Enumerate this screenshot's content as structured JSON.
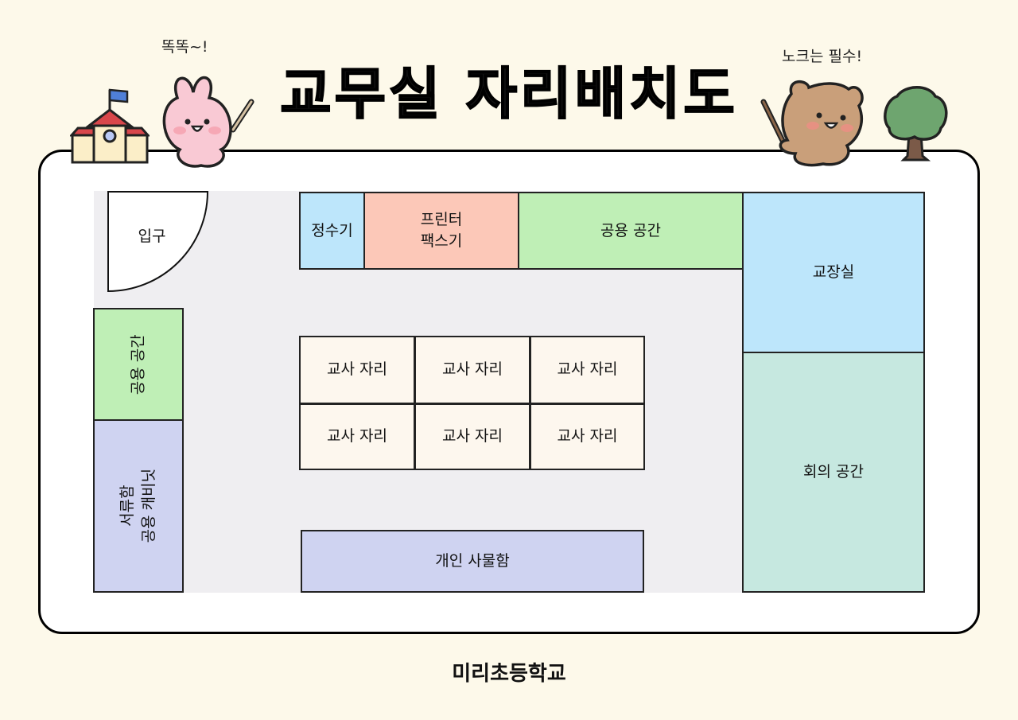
{
  "title": "교무실 자리배치도",
  "speech_left": "똑똑~!",
  "speech_right": "노크는 필수!",
  "footer": "미리초등학교",
  "colors": {
    "background": "#fdf9ea",
    "floor": "#efeef1",
    "water": "#bde6fb",
    "printer": "#fcc8b8",
    "common": "#bfefb6",
    "principal": "#bde6fb",
    "meeting": "#c6e8e0",
    "cabinet": "#cfd3f1",
    "desk": "#fdf7ee"
  },
  "rooms": {
    "entrance": "입구",
    "water_dispenser": "정수기",
    "printer_line1": "프린터",
    "printer_line2": "팩스기",
    "common_top": "공용 공간",
    "principal": "교장실",
    "meeting": "회의 공간",
    "common_left": "공용 공간",
    "cabinet_line1": "서류함",
    "cabinet_line2": "공용 캐비닛",
    "lockers": "개인 사물함"
  },
  "desks": [
    "교사 자리",
    "교사 자리",
    "교사 자리",
    "교사 자리",
    "교사 자리",
    "교사 자리"
  ],
  "icons": [
    "school-icon",
    "rabbit-character",
    "bear-character",
    "tree-icon",
    "door-icon"
  ]
}
